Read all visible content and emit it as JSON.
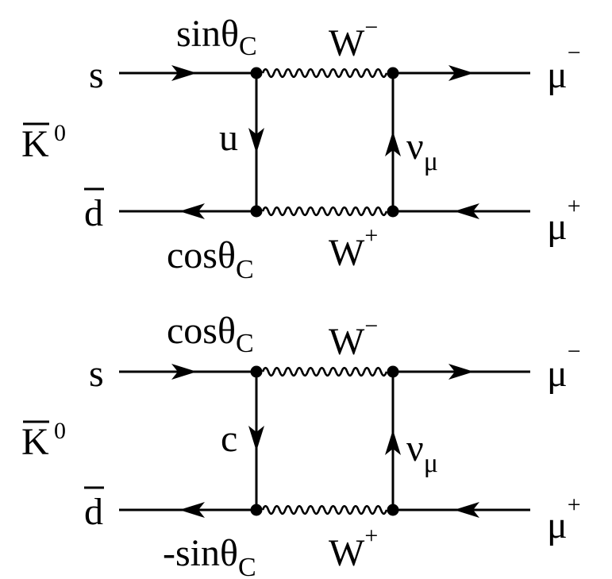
{
  "diagrams": [
    {
      "quarks": {
        "s": "s",
        "d": "d"
      },
      "kaon": {
        "base": "K",
        "sup": "0"
      },
      "internal_quark": "u",
      "top_coupling": {
        "main": "sinθ",
        "sub": "C"
      },
      "bottom_coupling": {
        "main": "cosθ",
        "sub": "C"
      },
      "w_top": {
        "main": "W",
        "sup": "−"
      },
      "w_bottom": {
        "main": "W",
        "sup": "+"
      },
      "neutrino": {
        "main": "ν",
        "sub": "μ"
      },
      "mu_top": {
        "main": "μ",
        "sup": "−"
      },
      "mu_bottom": {
        "main": "μ",
        "sup": "+"
      }
    },
    {
      "quarks": {
        "s": "s",
        "d": "d"
      },
      "kaon": {
        "base": "K",
        "sup": "0"
      },
      "internal_quark": "c",
      "top_coupling": {
        "main": "cosθ",
        "sub": "C"
      },
      "bottom_coupling": {
        "main": "-sinθ",
        "sub": "C"
      },
      "w_top": {
        "main": "W",
        "sup": "−"
      },
      "w_bottom": {
        "main": "W",
        "sup": "+"
      },
      "neutrino": {
        "main": "ν",
        "sub": "μ"
      },
      "mu_top": {
        "main": "μ",
        "sup": "−"
      },
      "mu_bottom": {
        "main": "μ",
        "sup": "+"
      }
    }
  ]
}
